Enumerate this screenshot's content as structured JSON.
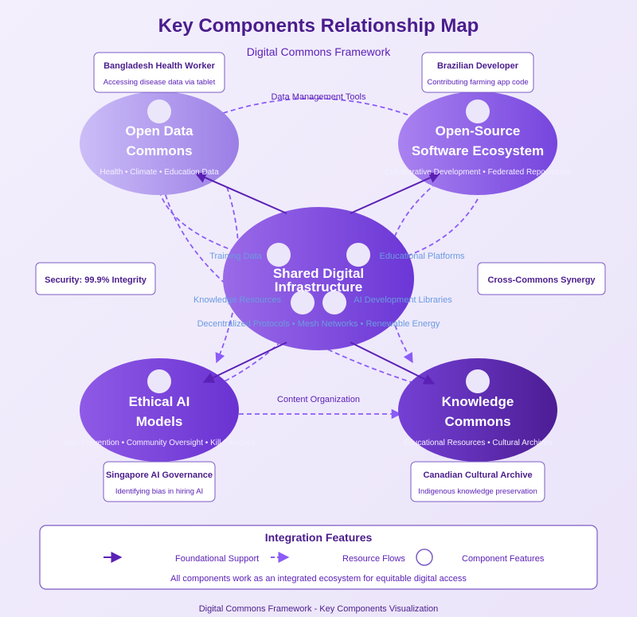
{
  "header": {
    "title": "Key Components Relationship Map",
    "subtitle": "Digital Commons Framework"
  },
  "components": {
    "open_data": {
      "name_line1": "Open Data",
      "name_line2": "Commons",
      "features": "Health • Climate • Education Data"
    },
    "open_source": {
      "name_line1": "Open-Source",
      "name_line2": "Software Ecosystem",
      "features": "Collaborative Development • Federated Repositories"
    },
    "shared_infra": {
      "name_line1": "Shared Digital",
      "name_line2": "Infrastructure",
      "features": "Decentralized Protocols • Mesh Networks • Renewable Energy"
    },
    "ethical_ai": {
      "name_line1": "Ethical AI",
      "name_line2": "Models",
      "features": "Bias Prevention • Community Oversight • Kill Switches"
    },
    "knowledge": {
      "name_line1": "Knowledge",
      "name_line2": "Commons",
      "features": "Educational Resources • Cultural Archives"
    }
  },
  "examples": {
    "bangladesh": {
      "title": "Bangladesh Health Worker",
      "desc": "Accessing disease data via tablet"
    },
    "brazil": {
      "title": "Brazilian Developer",
      "desc": "Contributing farming app code"
    },
    "singapore": {
      "title": "Singapore AI Governance",
      "desc": "Identifying bias in hiring AI"
    },
    "canada": {
      "title": "Canadian Cultural Archive",
      "desc": "Indigenous knowledge preservation"
    }
  },
  "side_notes": {
    "security": "Security: 99.9% Integrity",
    "synergy": "Cross-Commons Synergy"
  },
  "flow_labels": {
    "data_tools": "Data Management Tools",
    "content_org": "Content Organization",
    "training_data": "Training Data",
    "edu_platforms": "Educational Platforms",
    "knowledge_resources": "Knowledge Resources",
    "ai_libraries": "AI Development Libraries"
  },
  "legend": {
    "title": "Integration Features",
    "foundational": "Foundational Support",
    "resource_flows": "Resource Flows",
    "component_features": "Component Features",
    "note": "All components work as an integrated ecosystem for equitable digital access"
  },
  "footer": "Digital Commons Framework - Key Components Visualization",
  "colors": {
    "title": "#4a1d8c",
    "solid_arrow": "#5b21b6",
    "dashed_arrow": "#8b5cf6",
    "flow_label": "#6a9be0",
    "box_border": "#7c5cc4"
  }
}
